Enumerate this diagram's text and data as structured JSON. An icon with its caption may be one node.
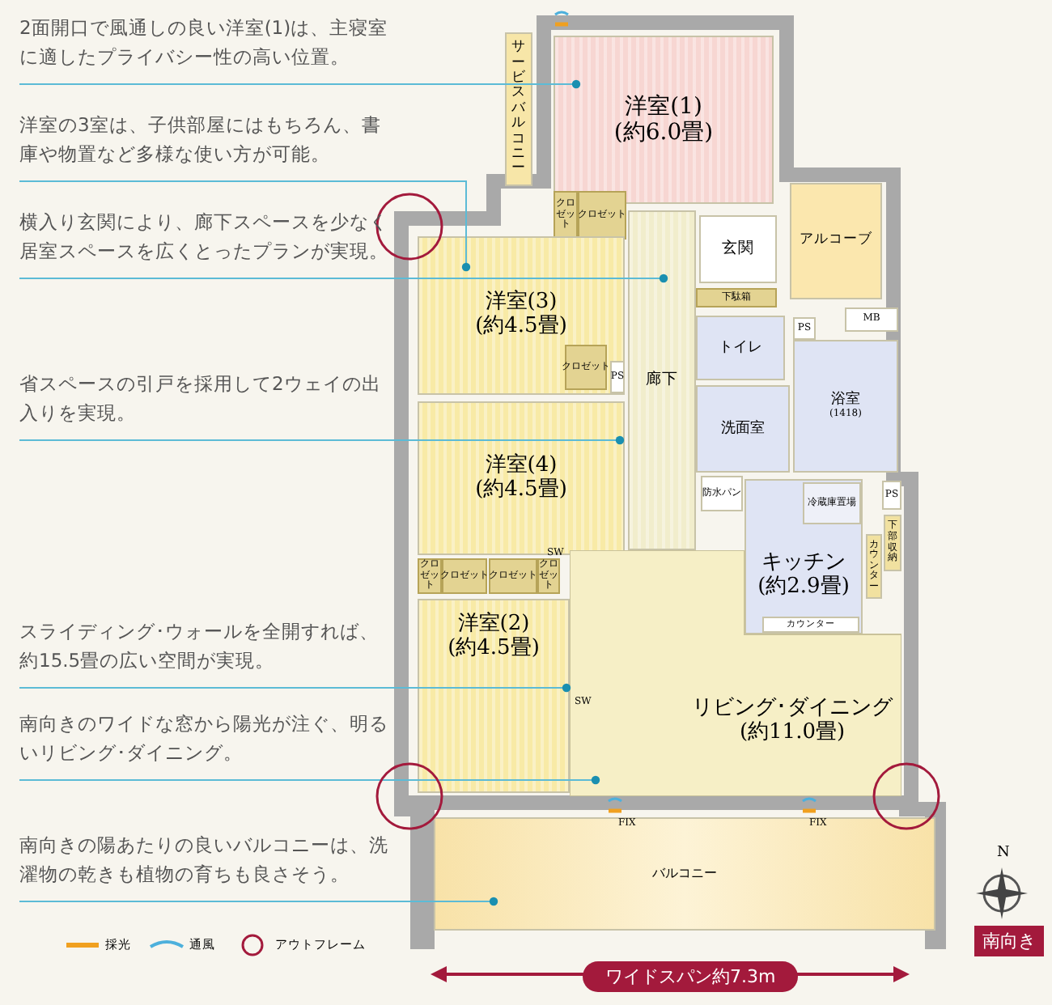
{
  "diagram": {
    "nodes": [
      {
        "text": [
          "2面開口で風通しの良い洋室(1)は、主寝室に適したプライバシー性の高い位置。"
        ]
      },
      {
        "text": [
          "洋室の3室は、子供部屋にはもちろん、書庫や物置など多様な使い方が可能。"
        ]
      },
      {
        "text": [
          "横入り玄関により、廊下スペースを少なく居室スペースを広くとったプランが実現。"
        ]
      },
      {
        "text": [
          "省スペースの引戸を採用して2ウェイの出入りを実現。"
        ]
      },
      {
        "text": [
          "スライディング･ウォールを全開すれば、約15.5畳の広い空間が実現。"
        ]
      },
      {
        "text": [
          "南向きのワイドな窓から陽光が注ぐ、明るいリビング･ダイニング。"
        ]
      },
      {
        "text": [
          "南向きの陽あたりの良いバルコニーは、洗濯物の乾きも植物の育ちも良さそう。"
        ]
      },
      {
        "text": [
          "サービスバルコニー"
        ]
      },
      {
        "text": [
          "洋室(1)",
          "(約6.0畳)"
        ]
      },
      {
        "text": [
          "クロゼット"
        ]
      },
      {
        "text": [
          "クロゼット"
        ]
      },
      {
        "text": [
          "アルコーブ"
        ]
      },
      {
        "text": [
          "玄関"
        ]
      },
      {
        "text": [
          "洋室(3)",
          "(約4.5畳)"
        ]
      },
      {
        "text": [
          "廊下"
        ]
      },
      {
        "text": [
          "下駄箱"
        ]
      },
      {
        "text": [
          "MB"
        ]
      },
      {
        "text": [
          "PS"
        ]
      },
      {
        "text": [
          "トイレ"
        ]
      },
      {
        "text": [
          "クロゼット"
        ],
        "in": 13
      },
      {
        "text": [
          "PS"
        ],
        "in": 13
      },
      {
        "text": [
          "浴室",
          "(1418)"
        ]
      },
      {
        "text": [
          "洗面室"
        ]
      },
      {
        "text": [
          "洋室(4)",
          "(約4.5畳)"
        ]
      },
      {
        "text": [
          "防水パン"
        ]
      },
      {
        "text": [
          "PS"
        ]
      },
      {
        "text": [
          "冷蔵庫置場"
        ],
        "in": 27
      },
      {
        "text": [
          "キッチン",
          "(約2.9畳)"
        ]
      },
      {
        "text": [
          "下部収納"
        ]
      },
      {
        "text": [
          "カウンター"
        ]
      },
      {
        "text": [
          "クロゼット"
        ]
      },
      {
        "text": [
          "クロゼット"
        ]
      },
      {
        "text": [
          "クロゼット"
        ]
      },
      {
        "text": [
          "クロゼット"
        ]
      },
      {
        "text": [
          "カウンター"
        ],
        "in": 27
      },
      {
        "text": [
          "洋室(2)",
          "(約4.5畳)"
        ]
      },
      {
        "text": [
          "リビング･ダイニング",
          "(約11.0畳)"
        ]
      },
      {
        "text": [
          "バルコニー"
        ]
      }
    ],
    "edges": [
      {
        "from": 0,
        "to": 8,
        "arrow": "other"
      },
      {
        "from": 1,
        "to": 13,
        "arrow": "other"
      },
      {
        "from": 2,
        "to": 14,
        "arrow": "other"
      },
      {
        "from": 3,
        "to": 23,
        "arrow": "other"
      },
      {
        "from": 4,
        "to": 35,
        "arrow": "other"
      },
      {
        "from": 5,
        "to": 36,
        "arrow": "other"
      },
      {
        "from": 6,
        "to": 37,
        "arrow": "other"
      }
    ],
    "labels": [
      "SW",
      "SW",
      "FIX",
      "FIX",
      "N",
      "南向き",
      "ワイドスパン約7.3m"
    ],
    "legend": [
      {
        "text": "採光"
      },
      {
        "text": "通風"
      },
      {
        "text": "アウトフレーム"
      }
    ]
  }
}
